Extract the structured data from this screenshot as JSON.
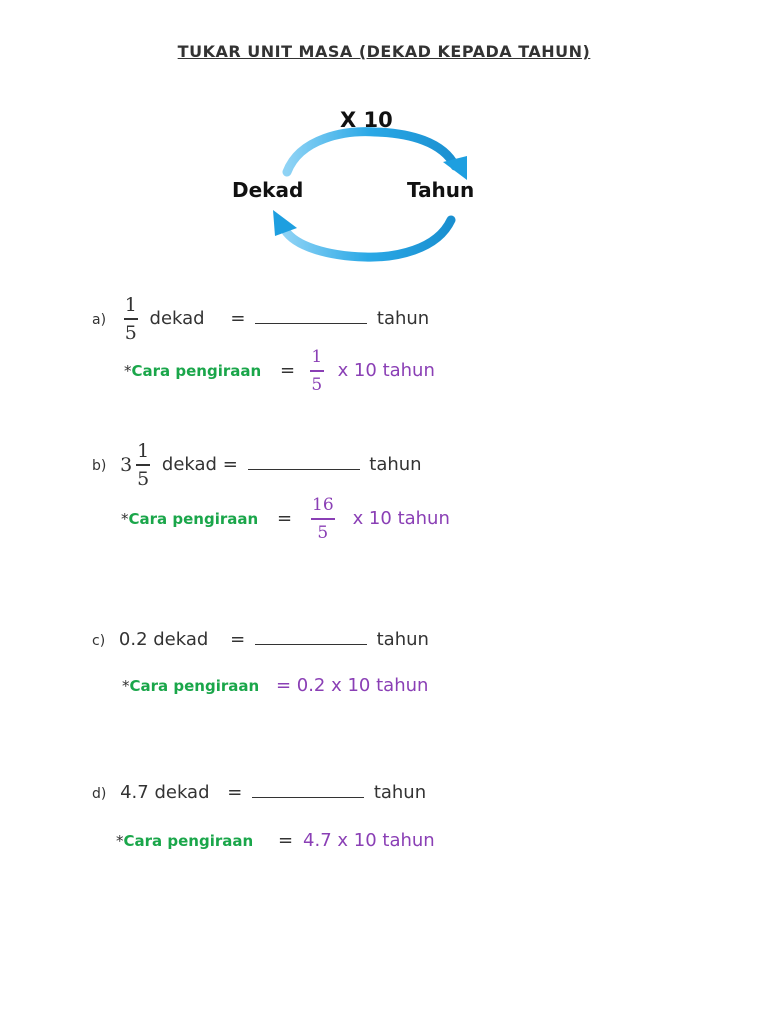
{
  "title": "TUKAR UNIT MASA (DEKAD KEPADA TAHUN)",
  "diagram": {
    "multiplier": "X 10",
    "from_unit": "Dekad",
    "to_unit": "Tahun",
    "arrow_color": "#1e9fe0"
  },
  "questions": [
    {
      "letter": "a)",
      "numerator": "1",
      "denominator": "5",
      "unit": "dekad",
      "equals": "=",
      "result_unit": "tahun",
      "work_star": "*",
      "work_label": "Cara pengiraan",
      "work_equals": "=",
      "work_numerator": "1",
      "work_denominator": "5",
      "work_rest": "x 10 tahun"
    },
    {
      "letter": "b)",
      "whole": "3",
      "numerator": "1",
      "denominator": "5",
      "unit": "dekad =",
      "result_unit": "tahun",
      "work_star": "*",
      "work_label": "Cara pengiraan",
      "work_equals": "=",
      "work_numerator": "16",
      "work_denominator": "5",
      "work_rest": "x 10 tahun"
    },
    {
      "letter": "c)",
      "value": "0.2 dekad",
      "equals": "=",
      "result_unit": "tahun",
      "work_star": "*",
      "work_label": "Cara pengiraan",
      "work_expr": "= 0.2 x 10 tahun"
    },
    {
      "letter": "d)",
      "value": "4.7 dekad",
      "equals": "=",
      "result_unit": "tahun",
      "work_star": "*",
      "work_label": "Cara pengiraan",
      "work_equals": "=",
      "work_expr": "4.7 x 10 tahun"
    }
  ],
  "colors": {
    "label_green": "#1aa64a",
    "work_purple": "#8a3fb5"
  }
}
